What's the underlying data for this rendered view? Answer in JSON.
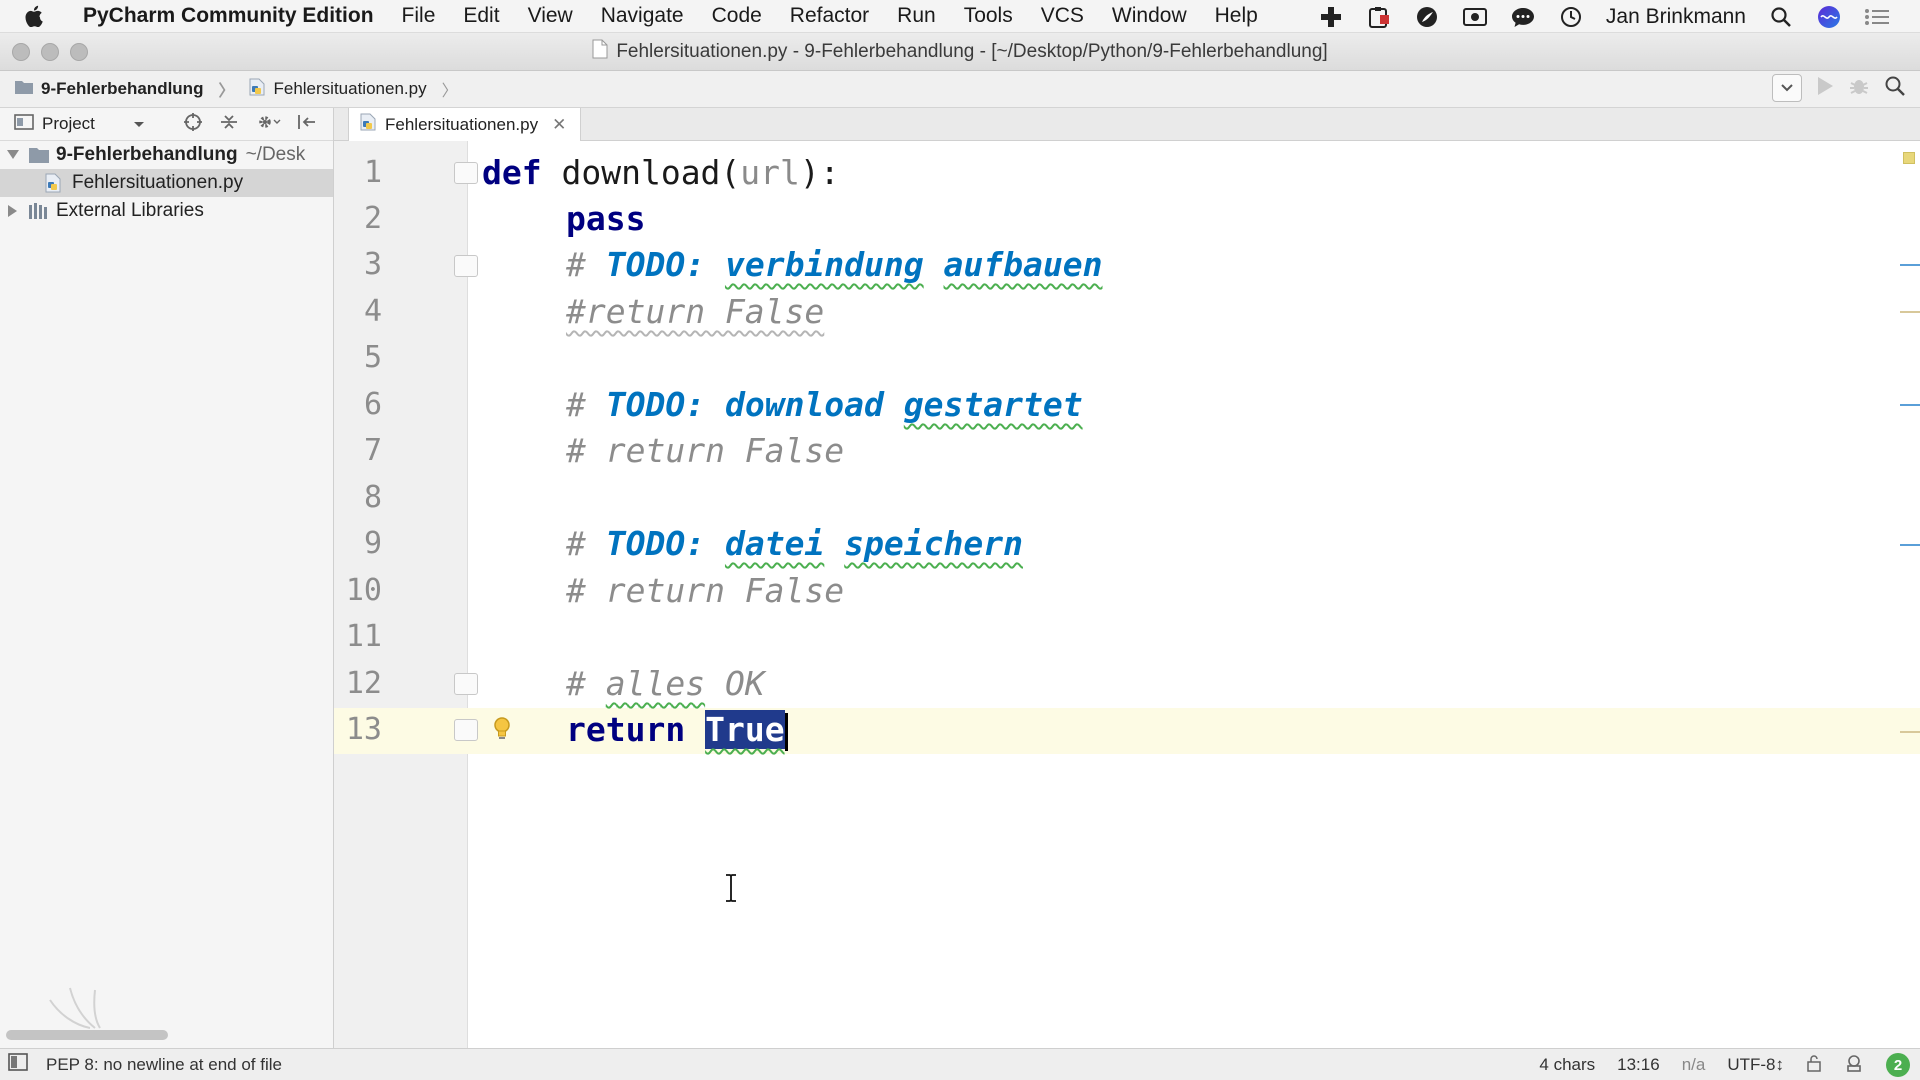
{
  "menubar": {
    "app_name": "PyCharm Community Edition",
    "items": [
      "File",
      "Edit",
      "View",
      "Navigate",
      "Code",
      "Refactor",
      "Run",
      "Tools",
      "VCS",
      "Window",
      "Help"
    ],
    "user_name": "Jan Brinkmann"
  },
  "window": {
    "title": "Fehlersituationen.py - 9-Fehlerbehandlung - [~/Desktop/Python/9-Fehlerbehandlung]"
  },
  "navbar": {
    "breadcrumbs": [
      "9-Fehlerbehandlung",
      "Fehlersituationen.py"
    ]
  },
  "project_panel": {
    "view_label": "Project",
    "tree": [
      {
        "label": "9-Fehlerbehandlung",
        "hint": "~/Desk",
        "expanded": true
      },
      {
        "label": "Fehlersituationen.py",
        "selected": true
      },
      {
        "label": "External Libraries",
        "expanded": false
      }
    ]
  },
  "editor": {
    "tab_label": "Fehlersituationen.py",
    "line_numbers": [
      "1",
      "2",
      "3",
      "4",
      "5",
      "6",
      "7",
      "8",
      "9",
      "10",
      "11",
      "12",
      "13"
    ],
    "code": {
      "l1_kw": "def",
      "l1_name": "download(",
      "l1_param": "url",
      "l1_end": "):",
      "l2_kw": "pass",
      "l3_hash": "# ",
      "l3_todo": "TODO:",
      "l3_w1": "verbindung",
      "l3_w2": "aufbauen",
      "l4_text": "#return False",
      "l6_hash": "# ",
      "l6_todo": "TODO:",
      "l6_w1": "download",
      "l6_w2": "gestartet",
      "l7_text": "# return False",
      "l9_hash": "# ",
      "l9_todo": "TODO:",
      "l9_w1": "datei",
      "l9_w2": "speichern",
      "l10_text": "# return False",
      "l12_hash": "# ",
      "l12_w1": "alles",
      "l12_w2": " OK",
      "l13_kw": "return",
      "l13_value": "True"
    }
  },
  "statusbar": {
    "message": "PEP 8: no newline at end of file",
    "selection": "4 chars",
    "position": "13:16",
    "na": "n/a",
    "encoding": "UTF-8↕",
    "event_count": "2"
  },
  "colors": {
    "keyword": "#000080",
    "todo": "#0073bf",
    "comment": "#8c8c8c",
    "selection": "#203a8c",
    "current_line": "#fdfbe4"
  }
}
